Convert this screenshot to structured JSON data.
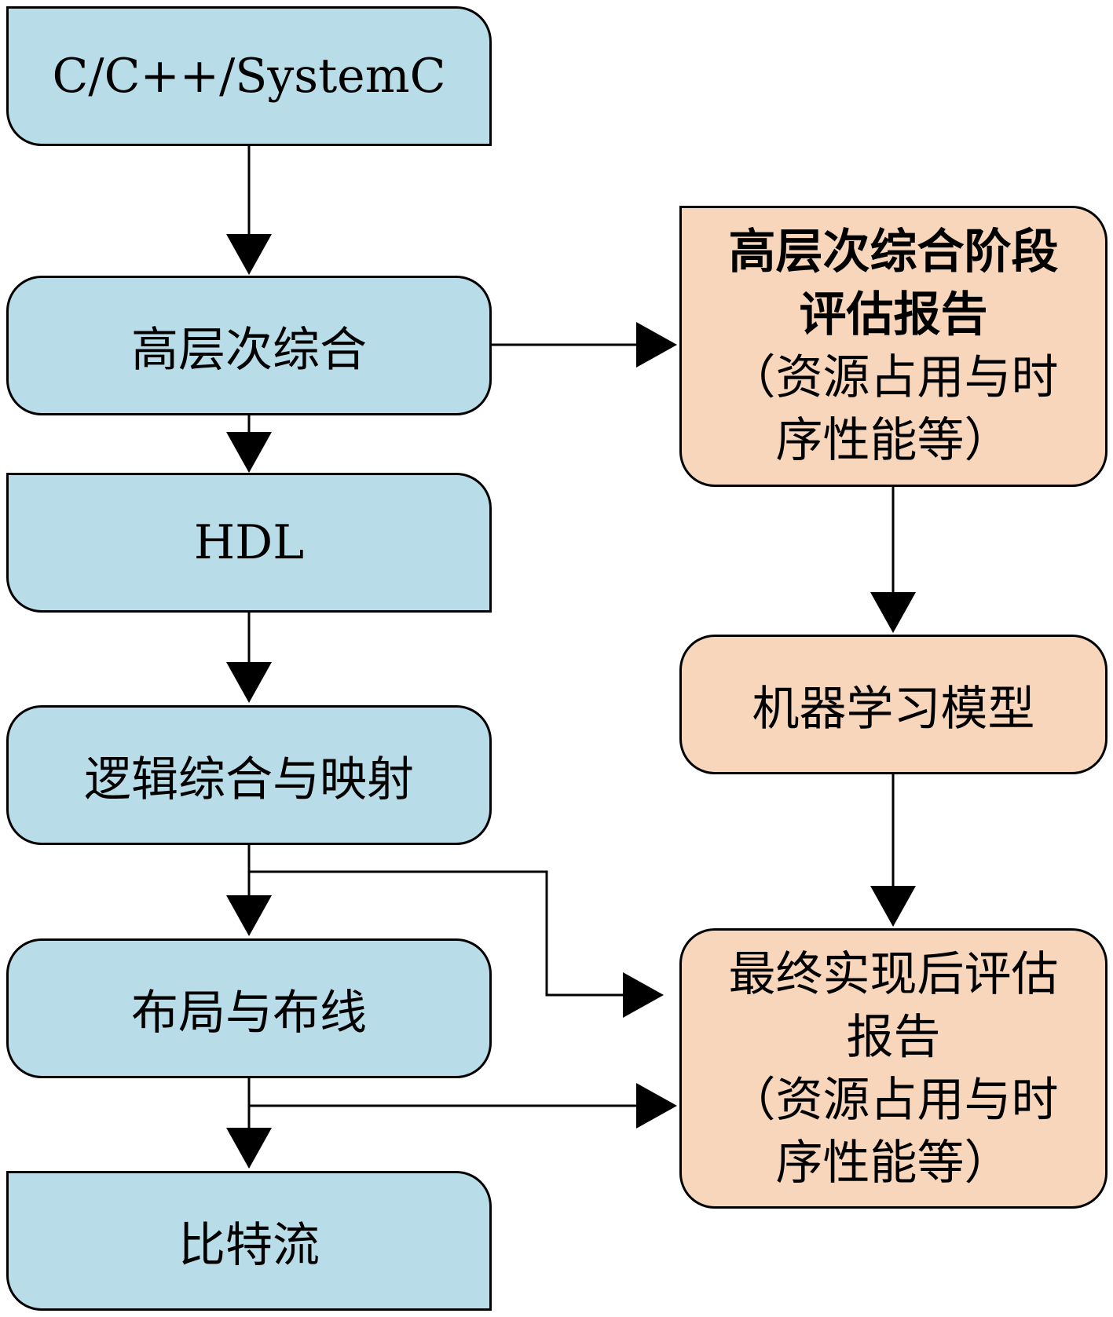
{
  "flow": {
    "source_code": "C/C++/SystemC",
    "hls": "高层次综合",
    "hdl": "HDL",
    "logic_synthesis": "逻辑综合与映射",
    "place_route": "布局与布线",
    "bitstream": "比特流"
  },
  "hls_report": {
    "title_line1": "高层次综合阶段",
    "title_line2": "评估报告",
    "detail_line1": "（资源占用与时",
    "detail_line2": "序性能等）"
  },
  "ml_model": "机器学习模型",
  "final_report": {
    "title_line1": "最终实现后评估",
    "title_line2": "报告",
    "detail_line1": "（资源占用与时",
    "detail_line2": "序性能等）"
  },
  "colors": {
    "flow_fill": "#b8dde8",
    "report_fill": "#f8d6bb",
    "stroke": "#000000"
  }
}
